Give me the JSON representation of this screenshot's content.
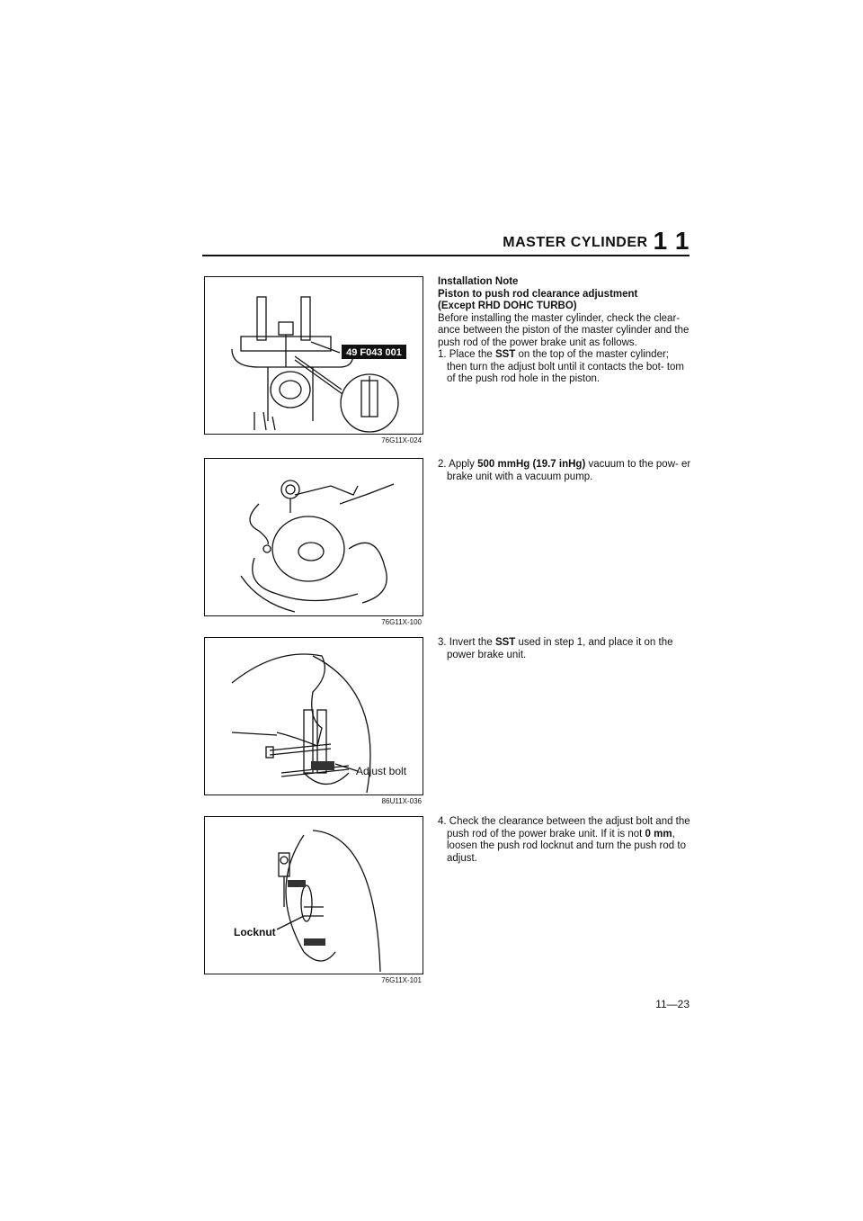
{
  "header": {
    "title": "MASTER CYLINDER",
    "chapter": "1 1"
  },
  "figures": [
    {
      "code": "76G11X-024",
      "tool_label": "49 F043 001"
    },
    {
      "code": "76G11X-100"
    },
    {
      "code": "86U11X-036",
      "label": "Adjust bolt"
    },
    {
      "code": "76G11X-101",
      "label": "Locknut"
    }
  ],
  "section": {
    "heading": "Installation Note",
    "subheading": "Piston to push rod clearance adjustment",
    "subheading2": "(Except RHD DOHC TURBO)",
    "intro": "Before installing the master cylinder, check the clear- ance between the piston of the master cylinder and the push rod of the power brake unit as follows."
  },
  "steps": [
    {
      "prefix": "1. Place the ",
      "bold1": "SST",
      "rest": " on the top of the master cylinder; then turn the adjust bolt until it contacts the bot- tom of the push rod hole in the piston."
    },
    {
      "prefix": "2. Apply ",
      "bold1": "500 mmHg (19.7 inHg)",
      "rest": " vacuum to the pow- er brake unit with a vacuum pump."
    },
    {
      "prefix": "3. Invert the ",
      "bold1": "SST",
      "rest": " used in step 1, and place it on the power brake unit."
    },
    {
      "prefix": "4. Check the clearance between the adjust bolt and the push rod of the power brake unit. If it is not ",
      "bold1": "0 mm",
      "rest": ", loosen the push rod locknut and turn the push rod to adjust."
    }
  ],
  "page_number": "11—23"
}
